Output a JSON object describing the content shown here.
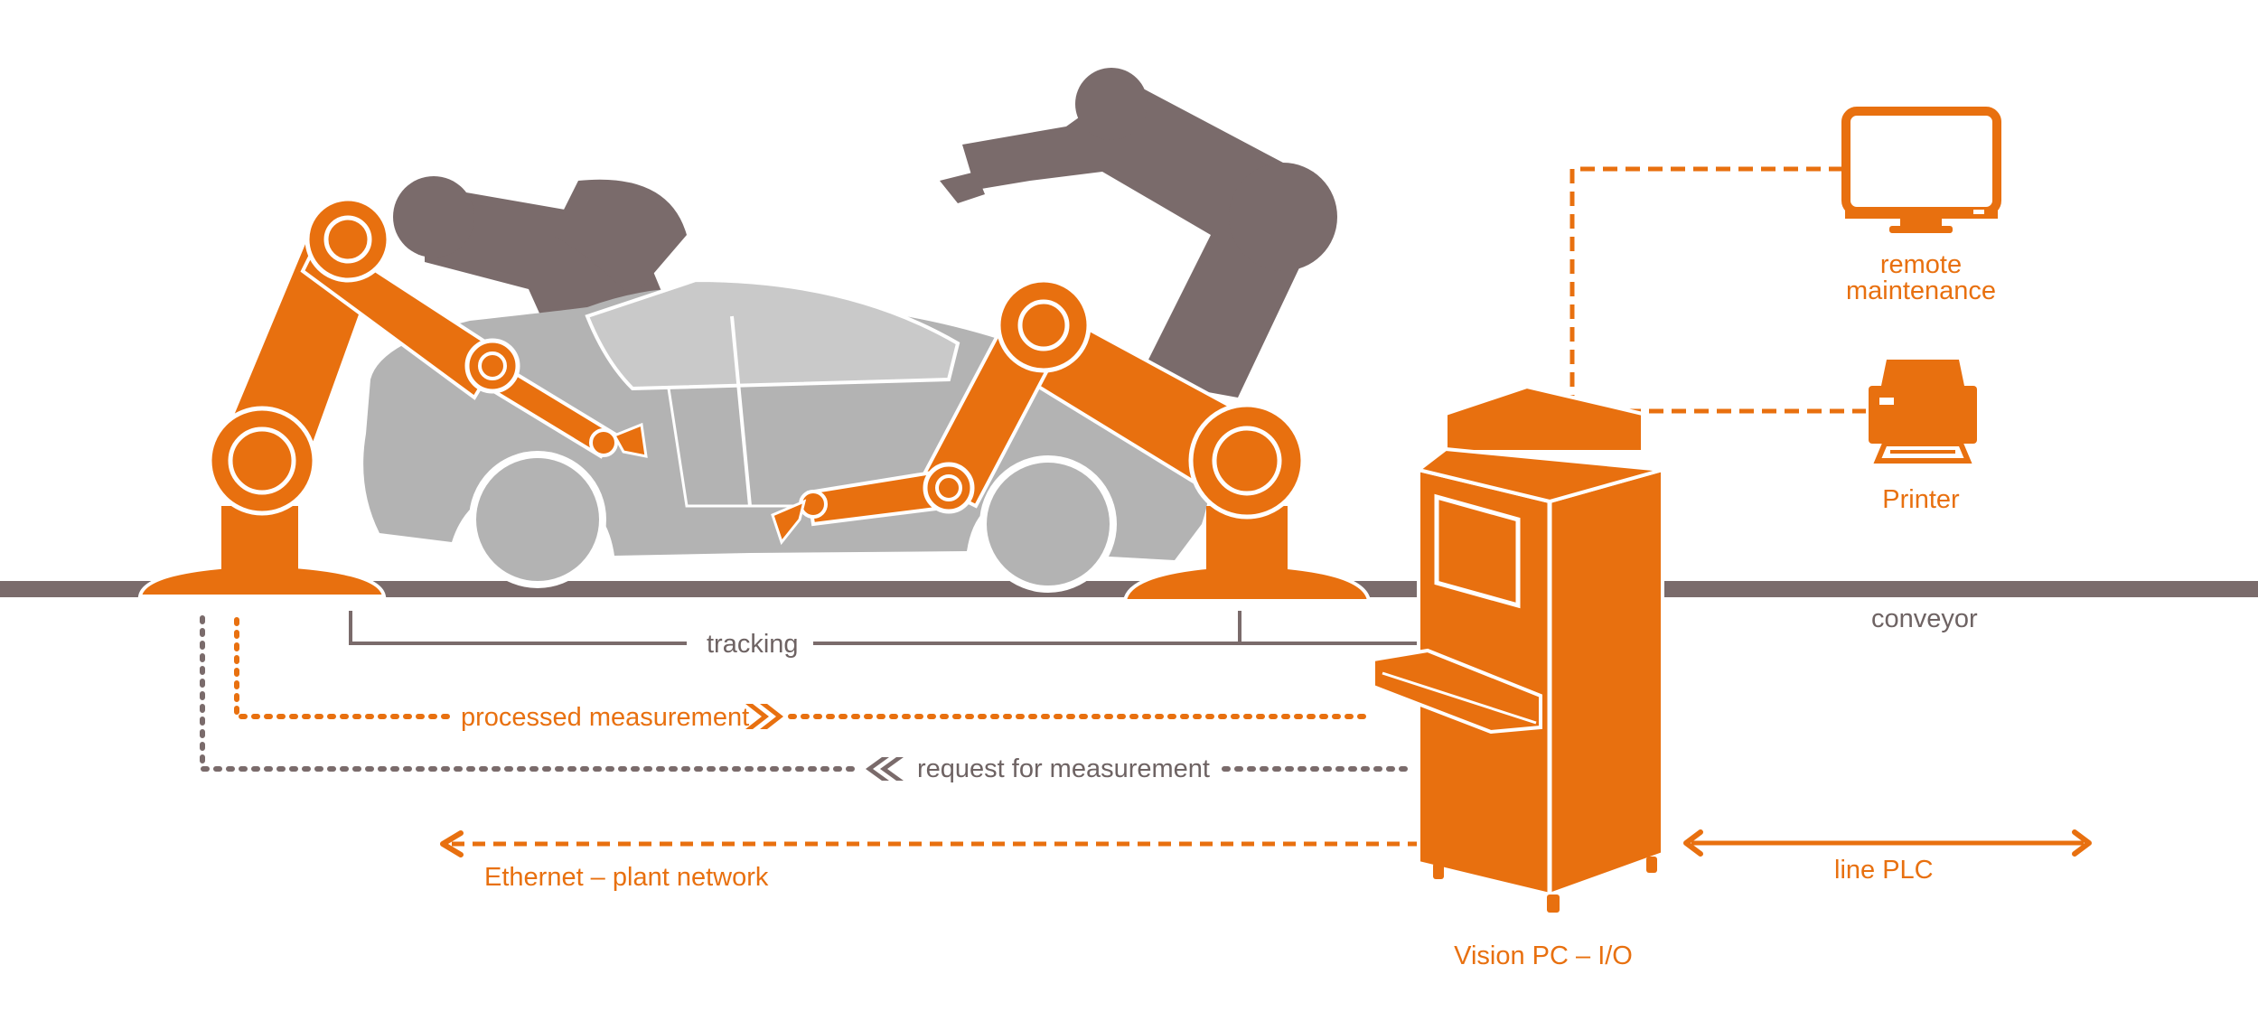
{
  "colors": {
    "orange": "#e8700f",
    "dark_gray": "#7a6b6b",
    "light_gray": "#b3b3b3",
    "line_gray": "#7a6b6b",
    "label_gray": "#6e6363"
  },
  "icons": {
    "monitor": "monitor-icon",
    "printer": "printer-icon"
  },
  "labels": {
    "remote_maintenance_line1": "remote",
    "remote_maintenance_line2": "maintenance",
    "printer": "Printer",
    "conveyor": "conveyor",
    "tracking": "tracking",
    "processed_measurement": "processed measurement",
    "request_for_measurement": "request for measurement",
    "ethernet": "Ethernet – plant network",
    "line_plc": "line PLC",
    "vision_pc": "Vision PC – I/O"
  }
}
